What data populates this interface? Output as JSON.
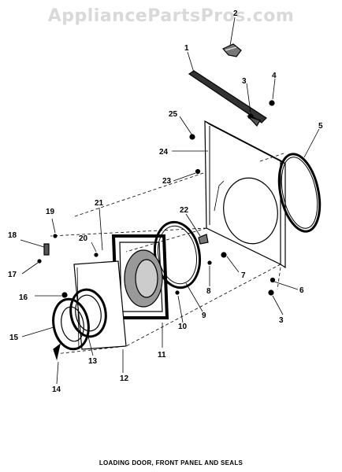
{
  "watermark": "AppliancePartsPros.com",
  "caption": "LOADING DOOR, FRONT PANEL AND SEALS",
  "callouts": [
    "1",
    "2",
    "3",
    "4",
    "5",
    "6",
    "7",
    "8",
    "9",
    "10",
    "11",
    "12",
    "13",
    "14",
    "15",
    "16",
    "17",
    "18",
    "19",
    "20",
    "21",
    "22",
    "23",
    "24",
    "25",
    "3"
  ]
}
